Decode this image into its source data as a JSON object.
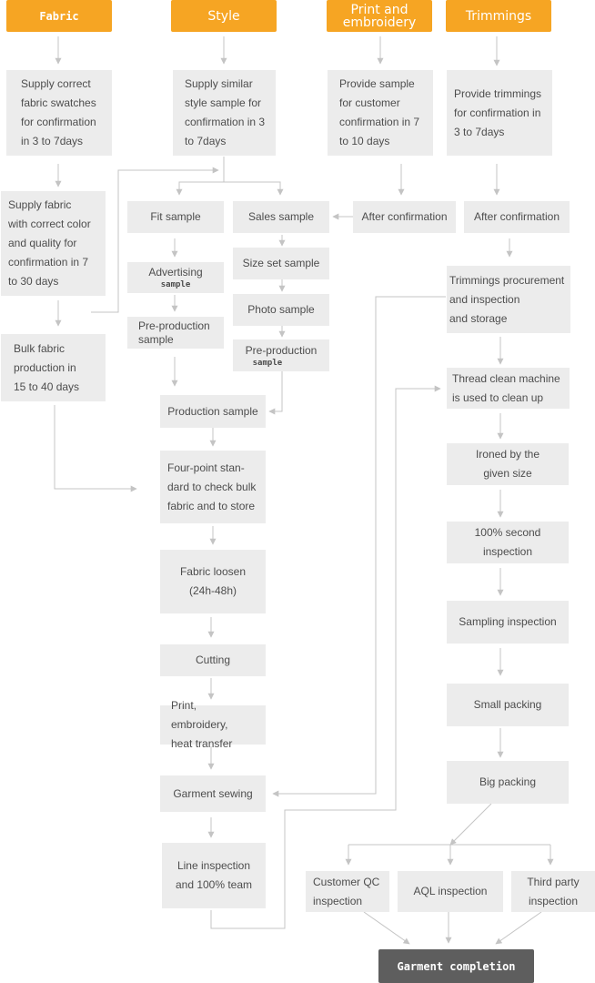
{
  "headers": {
    "fabric": "Fabric",
    "style": "Style",
    "print": "Print and\nembroidery",
    "trimmings": "Trimmings"
  },
  "nodes": {
    "fabric_swatches": "Supply correct\nfabric swatches\nfor confirmation\nin 3 to 7days",
    "fabric_supply": "Supply fabric\nwith correct color\nand quality for\nconfirmation in 7\nto 30 days",
    "bulk_fabric": "Bulk fabric\nproduction in\n15 to 40 days",
    "style_sample": "Supply similar\nstyle sample for\nconfirmation in 3\nto 7days",
    "fit_sample": "Fit sample",
    "sales_sample": "Sales sample",
    "advertising_main": "Advertising",
    "advertising_sub": "sample",
    "preprod_left": "Pre-production\nsample",
    "size_set": "Size set sample",
    "photo_sample": "Photo sample",
    "preprod_right_main": "Pre-production",
    "preprod_right_sub": "sample",
    "production_sample": "Production sample",
    "four_point": "Four-point stan-\ndard to check bulk\nfabric and to store",
    "fabric_loosen": "Fabric loosen\n(24h-48h)",
    "cutting": "Cutting",
    "print_emb": "Print, embroidery,\nheat transfer",
    "garment_sewing": "Garment sewing",
    "line_inspection": "Line inspection\nand 100% team",
    "print_sample": "Provide sample\nfor customer\nconfirmation in 7\nto 10 days",
    "after_conf_print": "After confirmation",
    "trim_sample": "Provide trimmings\nfor confirmation in\n3 to 7days",
    "after_conf_trim": "After confirmation",
    "trim_procurement": "Trimmings procurement\nand inspection\nand storage",
    "thread_clean": "Thread clean machine\nis used to clean up",
    "ironed": "Ironed by the\ngiven size",
    "second_inspection": "100% second\ninspection",
    "sampling_inspection": "Sampling inspection",
    "small_packing": "Small packing",
    "big_packing": "Big packing",
    "customer_qc": "Customer QC\ninspection",
    "aql": "AQL inspection",
    "third_party": "Third party\ninspection",
    "garment_completion": "Garment completion"
  },
  "colors": {
    "header": "#f6a523",
    "box": "#ececec",
    "text": "#4d4d4d",
    "final": "#5e5e5e",
    "line": "#c4c4c4"
  }
}
